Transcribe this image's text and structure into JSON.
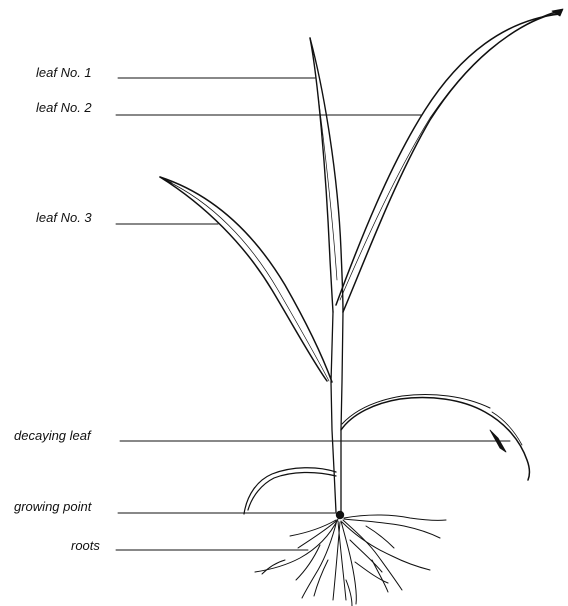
{
  "labels": {
    "leaf1": "leaf No. 1",
    "leaf2": "leaf No. 2",
    "leaf3": "leaf No. 3",
    "decaying_leaf": "decaying leaf",
    "growing_point": "growing point",
    "roots": "roots"
  },
  "colors": {
    "ink": "#111111",
    "background": "#ffffff"
  }
}
